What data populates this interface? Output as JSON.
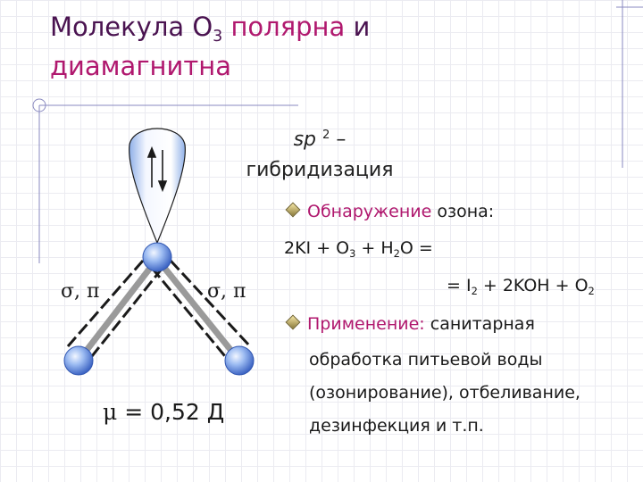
{
  "title": {
    "line1_prefix": "Молекула О",
    "line1_sub": "3",
    "line1_accent": "полярна",
    "line1_suffix": "и",
    "line2": "диамагнитна"
  },
  "hybridization": {
    "sp": "sp",
    "sup": "2",
    "dash": "–",
    "word": "гибридизация"
  },
  "detection": {
    "label": "Обнаружение",
    "rest": " озона:",
    "eq1_a": "2KI + O",
    "eq1_sub1": "3",
    "eq1_b": " + H",
    "eq1_sub2": "2",
    "eq1_c": "O =",
    "eq2_a": "= I",
    "eq2_sub1": "2",
    "eq2_b": " + 2KOH + O",
    "eq2_sub2": "2"
  },
  "application": {
    "label": "Применение:",
    "line1_rest": " санитарная",
    "line2": "обработка питьевой воды",
    "line3": "(озонирование), отбеливание,",
    "line4": "дезинфекция и т.п."
  },
  "molecule": {
    "bond_label_left": "σ, π",
    "bond_label_right": "σ, π",
    "mu_symbol": "μ",
    "mu_value": " = 0,52 Д"
  },
  "colors": {
    "title": "#4a1350",
    "accent": "#b0186e",
    "atom": "#7fa6ea",
    "bond": "#8f8f8f"
  }
}
